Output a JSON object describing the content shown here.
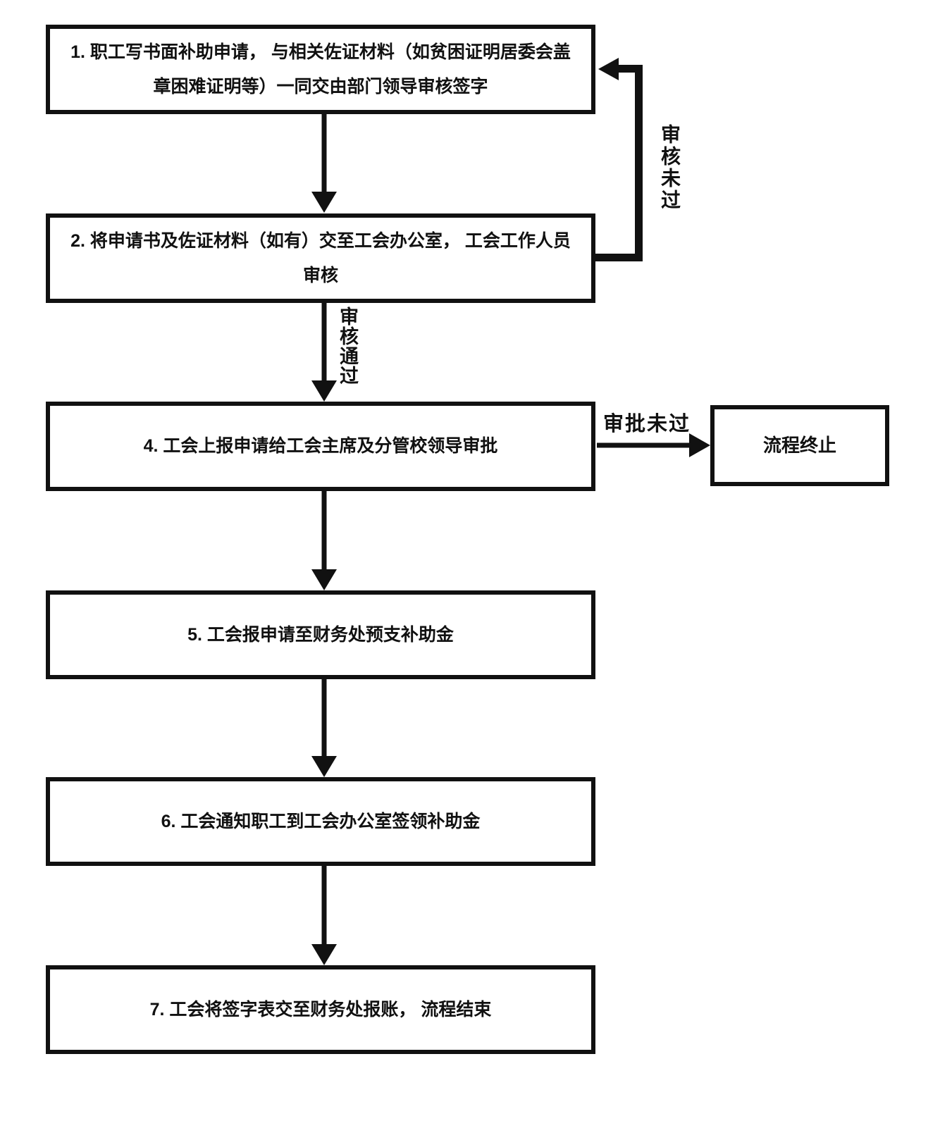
{
  "diagram": {
    "nodes": {
      "step1": "1. 职工写书面补助申请，  与相关佐证材料（如贫困证明居委会盖章困难证明等）一同交由部门领导审核签字",
      "step2": "2. 将申请书及佐证材料（如有）交至工会办公室，  工会工作人员审核",
      "step4": "4. 工会上报申请给工会主席及分管校领导审批",
      "step5": "5. 工会报申请至财务处预支补助金",
      "step6": "6. 工会通知职工到工会办公室签领补助金",
      "step7": "7. 工会将签字表交至财务处报账，  流程结束",
      "terminate": "流程终止"
    },
    "edge_labels": {
      "review_fail": "审核未过",
      "review_pass": "审核通过",
      "approve_fail": "审批未过"
    }
  }
}
